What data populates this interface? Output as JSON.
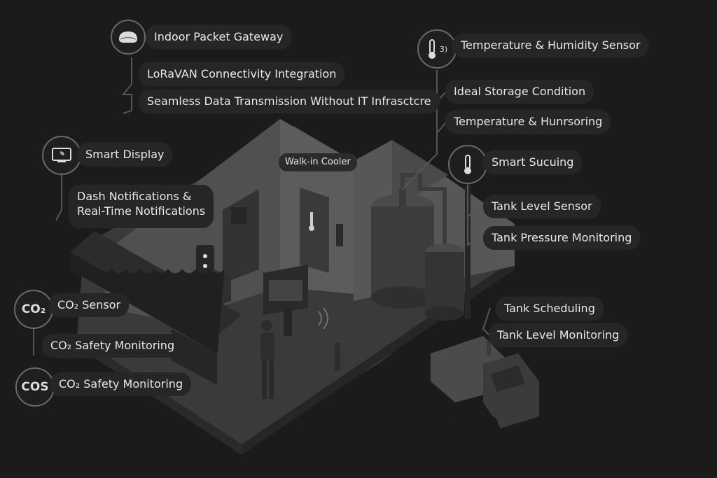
{
  "labels": {
    "gateway_title": "Indoor Packet Gateway",
    "gateway_item1": "LoRaVAN Connectivity Integration",
    "gateway_item2": "Seamless Data Transmission Without IT Infrasctcre",
    "display_title": "Smart Display",
    "display_item1_line1": "Dash Notifications &",
    "display_item1_line2": "Real-Time Notifications",
    "co2_title": "CO₂ Sensor",
    "co2_item1": "CO₂ Safety Monitoring",
    "cos_title": "CO₂ Safety Monitoring",
    "temp_title": "Temperature & Humidity Sensor",
    "temp_item1": "Ideal Storage Condition",
    "temp_item2": "Temperature & Hunrsoring",
    "smart_title": "Smart Sucuing",
    "tank_item1": "Tank Level Sensor",
    "tank_item2": "Tank Pressure Monitoring",
    "tank_item3": "Tank Scheduling",
    "tank_item4": "Tank Level Monitoring",
    "walkin": "Walk-in Cooler"
  },
  "badges": {
    "co2": "CO₂",
    "cos": "COS",
    "temp_suffix": "3)"
  },
  "icons": {
    "gateway": "gateway-puck-icon",
    "display": "monitor-icon",
    "temp": "thermometer-icon",
    "smart": "thermometer-icon"
  }
}
